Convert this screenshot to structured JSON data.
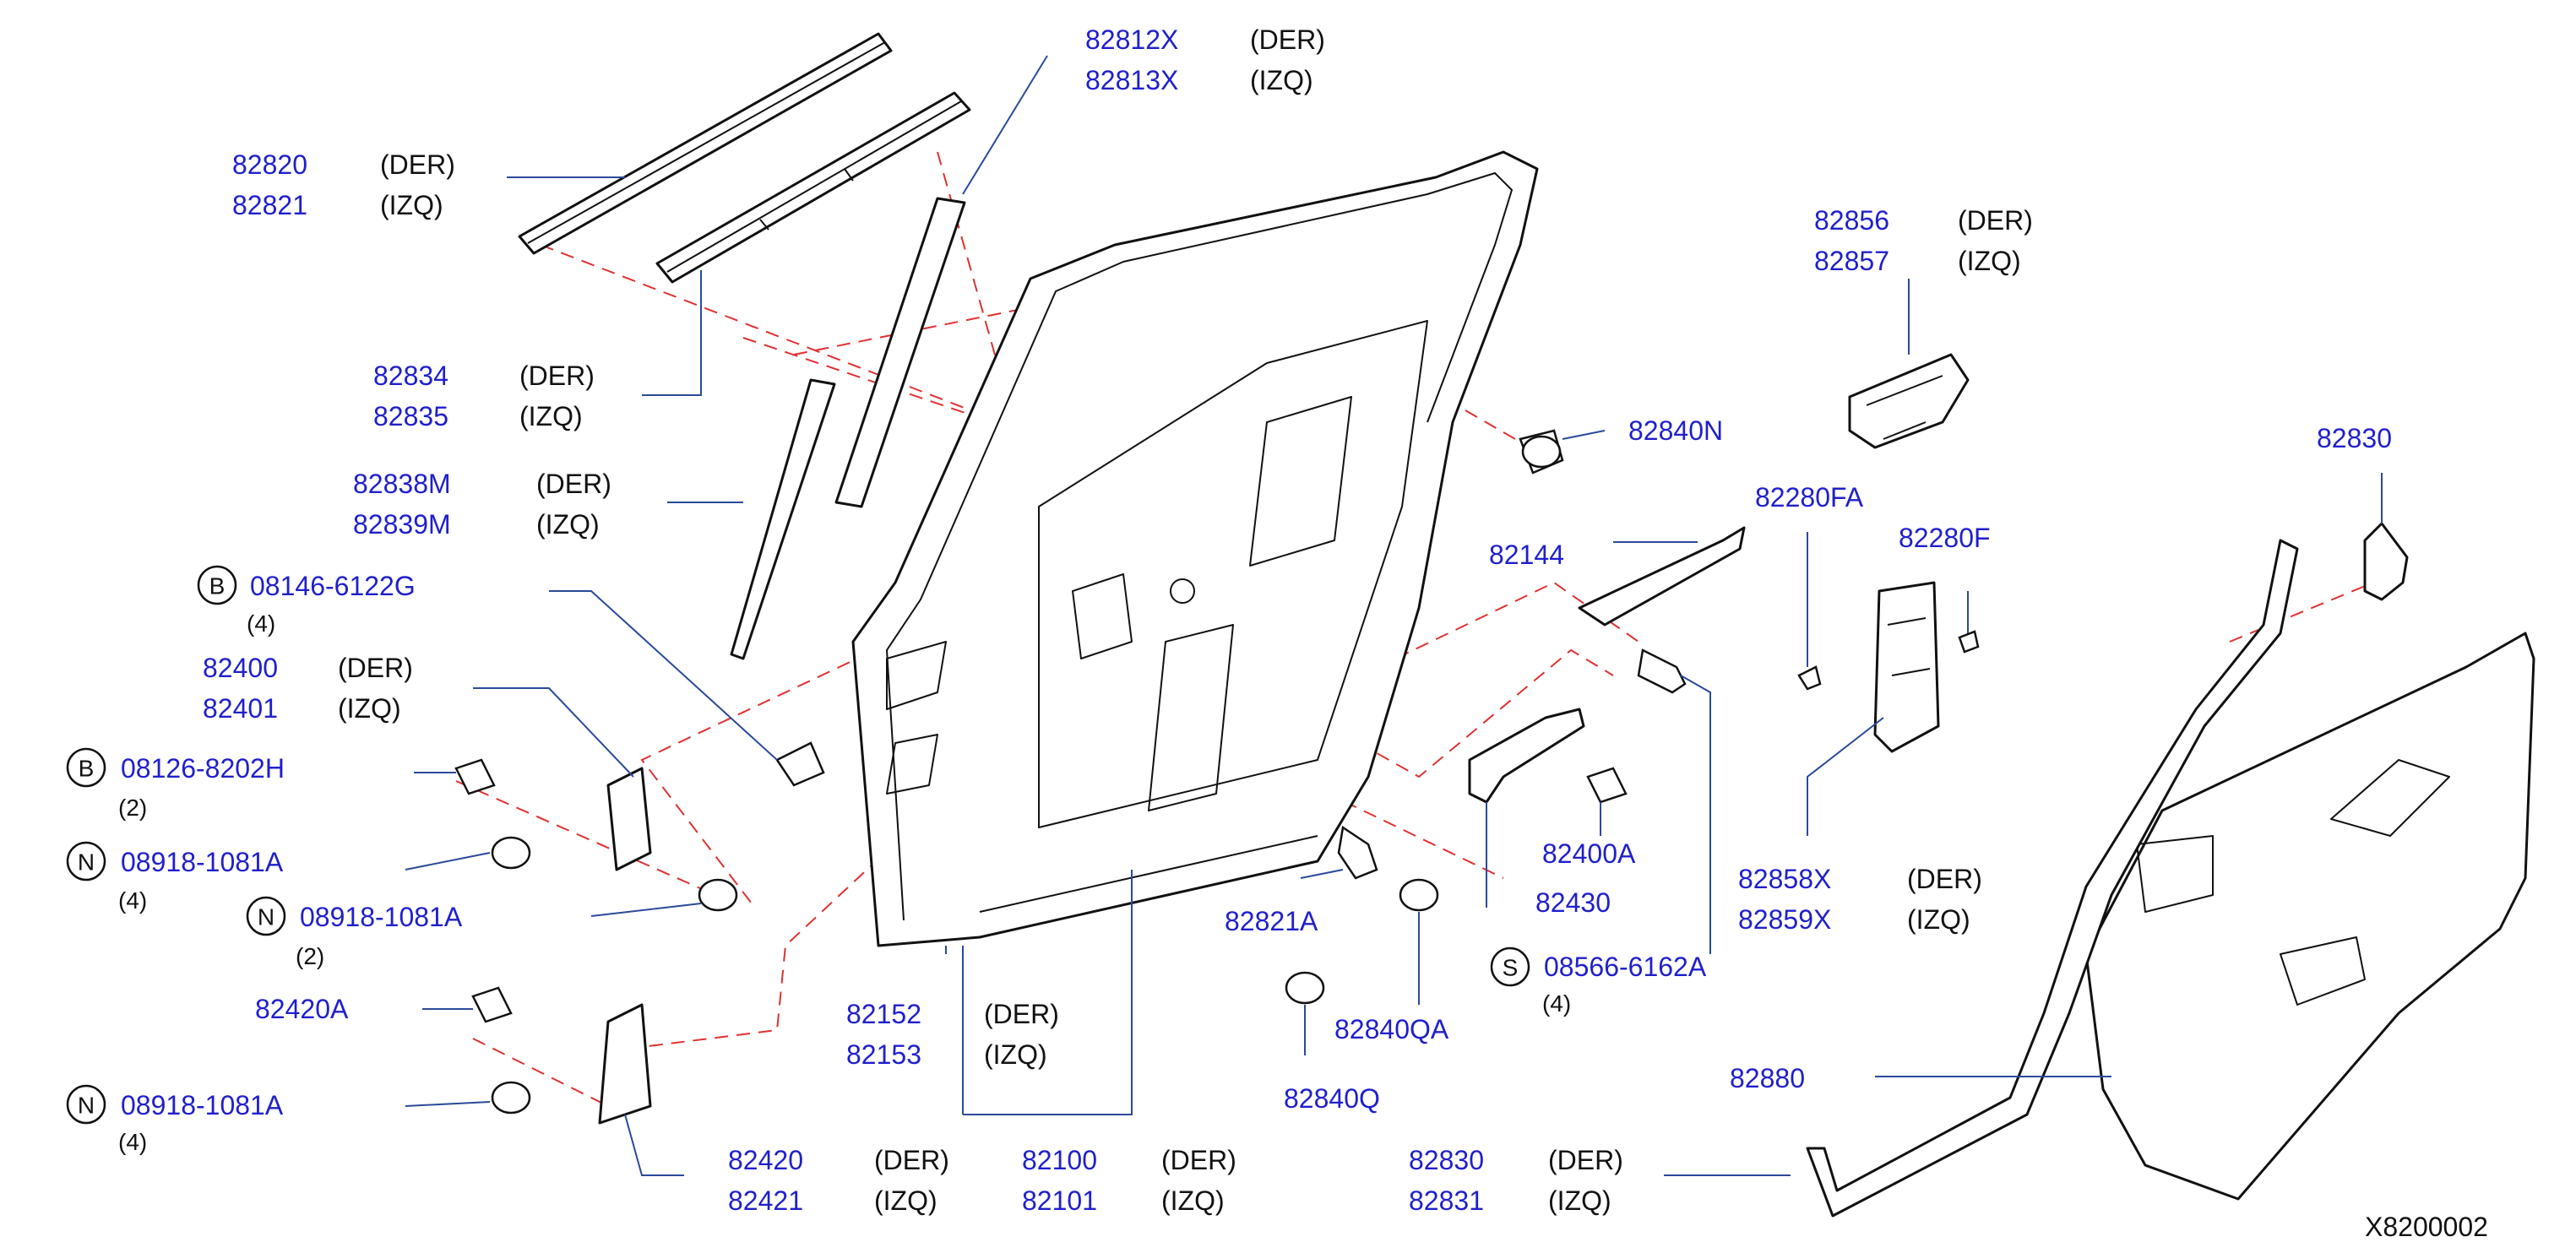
{
  "diagram_code": "X8200002",
  "colors": {
    "part_number": "#1f1fcc",
    "leader": "#2a4a9a",
    "dashed": "#e03030",
    "ink": "#111111"
  },
  "callouts": {
    "c82812": {
      "parts": [
        "82812X",
        "82813X"
      ],
      "sides": [
        "(DER)",
        "(IZQ)"
      ]
    },
    "c82820": {
      "parts": [
        "82820",
        "82821"
      ],
      "sides": [
        "(DER)",
        "(IZQ)"
      ]
    },
    "c82834": {
      "parts": [
        "82834",
        "82835"
      ],
      "sides": [
        "(DER)",
        "(IZQ)"
      ]
    },
    "c82838": {
      "parts": [
        "82838M",
        "82839M"
      ],
      "sides": [
        "(DER)",
        "(IZQ)"
      ]
    },
    "c08146": {
      "prefix": "B",
      "part": "08146-6122G",
      "qty": "(4)"
    },
    "c82400": {
      "parts": [
        "82400",
        "82401"
      ],
      "sides": [
        "(DER)",
        "(IZQ)"
      ]
    },
    "c08126": {
      "prefix": "B",
      "part": "08126-8202H",
      "qty": "(2)"
    },
    "c08918a": {
      "prefix": "N",
      "part": "08918-1081A",
      "qty": "(4)"
    },
    "c08918b": {
      "prefix": "N",
      "part": "08918-1081A",
      "qty": "(2)"
    },
    "c82420A": {
      "part": "82420A"
    },
    "c08918c": {
      "prefix": "N",
      "part": "08918-1081A",
      "qty": "(4)"
    },
    "c82420": {
      "parts": [
        "82420",
        "82421"
      ],
      "sides": [
        "(DER)",
        "(IZQ)"
      ]
    },
    "c82100": {
      "parts": [
        "82100",
        "82101"
      ],
      "sides": [
        "(DER)",
        "(IZQ)"
      ]
    },
    "c82152": {
      "parts": [
        "82152",
        "82153"
      ],
      "sides": [
        "(DER)",
        "(IZQ)"
      ]
    },
    "c82821A": {
      "part": "82821A"
    },
    "c82840Q": {
      "part": "82840Q"
    },
    "c82840QA": {
      "part": "82840QA"
    },
    "c82856": {
      "parts": [
        "82856",
        "82857"
      ],
      "sides": [
        "(DER)",
        "(IZQ)"
      ]
    },
    "c82840N": {
      "part": "82840N"
    },
    "c82144": {
      "part": "82144"
    },
    "c82280FA": {
      "part": "82280FA"
    },
    "c82280F": {
      "part": "82280F"
    },
    "c82830top": {
      "part": "82830"
    },
    "c82400A": {
      "part": "82400A"
    },
    "c82430": {
      "part": "82430"
    },
    "c08566": {
      "prefix": "S",
      "part": "08566-6162A",
      "qty": "(4)"
    },
    "c82858": {
      "parts": [
        "82858X",
        "82859X"
      ],
      "sides": [
        "(DER)",
        "(IZQ)"
      ]
    },
    "c82880": {
      "part": "82880"
    },
    "c82830": {
      "parts": [
        "82830",
        "82831"
      ],
      "sides": [
        "(DER)",
        "(IZQ)"
      ]
    }
  }
}
